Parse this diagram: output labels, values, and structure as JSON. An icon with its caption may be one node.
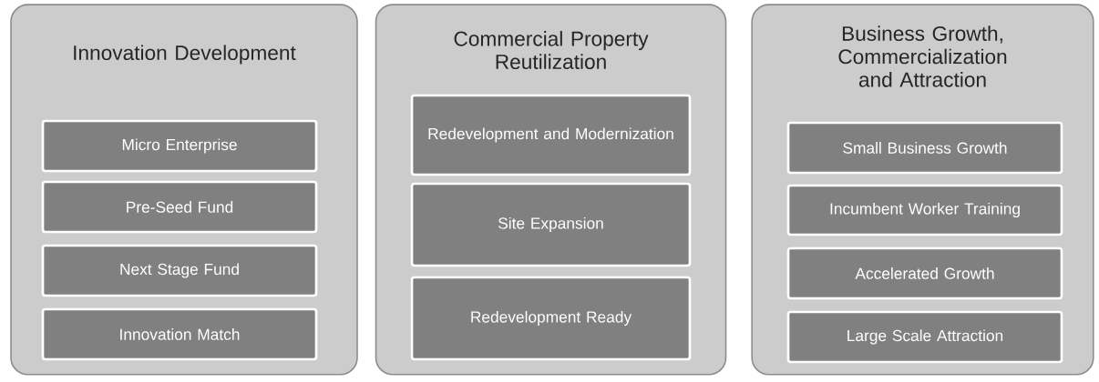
{
  "diagram": {
    "nodes": [
      {
        "text": [
          "Innovation Development"
        ]
      },
      {
        "text": [
          "Micro Enterprise"
        ],
        "in": 0
      },
      {
        "text": [
          "Pre-Seed Fund"
        ],
        "in": 0
      },
      {
        "text": [
          "Next Stage Fund"
        ],
        "in": 0
      },
      {
        "text": [
          "Innovation Match"
        ],
        "in": 0
      },
      {
        "text": [
          "Commercial Property Reutilization"
        ]
      },
      {
        "text": [
          "Redevelopment and Modernization"
        ],
        "in": 5
      },
      {
        "text": [
          "Site Expansion"
        ],
        "in": 5
      },
      {
        "text": [
          "Redevelopment Ready"
        ],
        "in": 5
      },
      {
        "text": [
          "Business Growth, Commercialization and Attraction"
        ]
      },
      {
        "text": [
          "Small Business Growth"
        ],
        "in": 9
      },
      {
        "text": [
          "Incumbent Worker Training"
        ],
        "in": 9
      },
      {
        "text": [
          "Accelerated Growth"
        ],
        "in": 9
      },
      {
        "text": [
          "Large Scale Attraction"
        ],
        "in": 9
      }
    ]
  }
}
